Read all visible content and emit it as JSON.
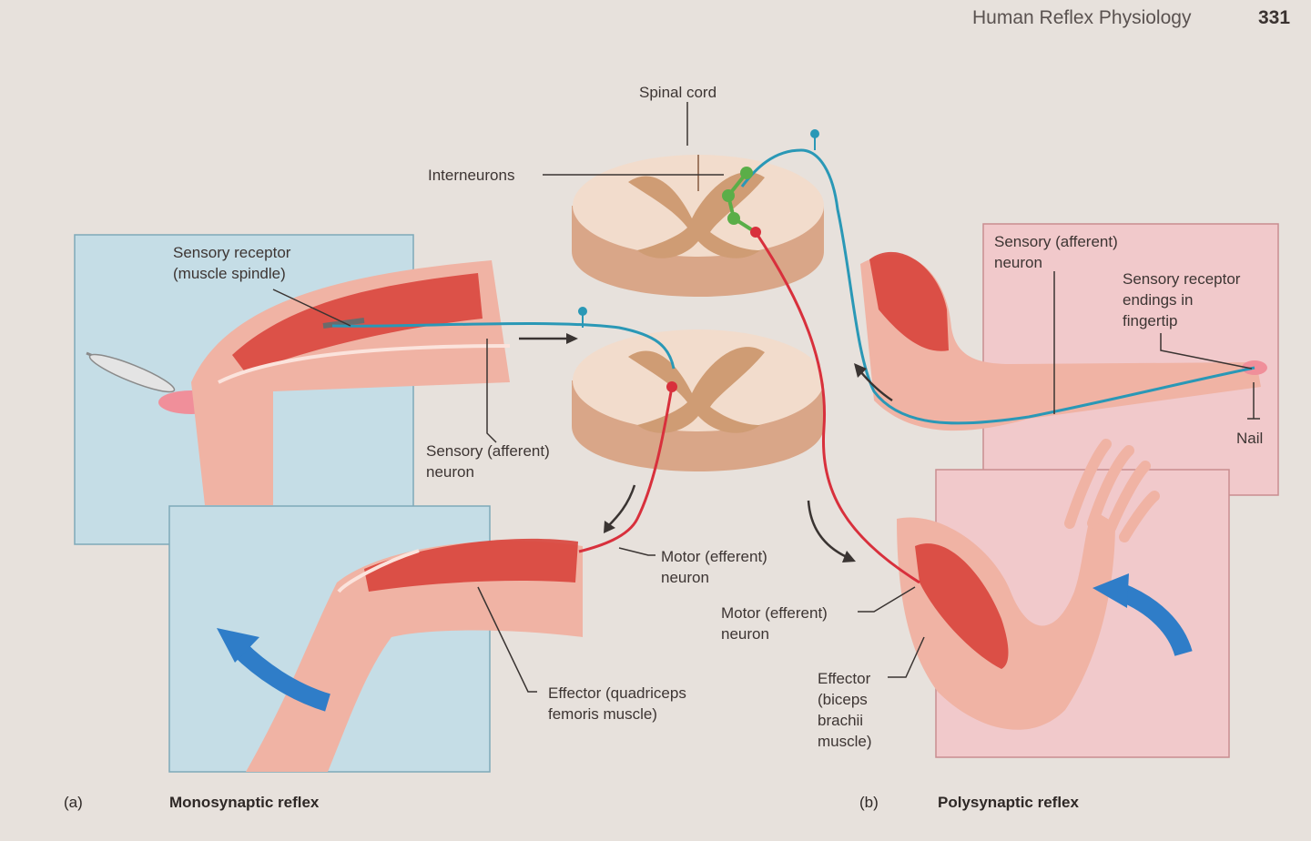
{
  "header": {
    "title": "Human Reflex Physiology",
    "page_number": "331"
  },
  "labels": {
    "spinal_cord": "Spinal cord",
    "interneurons": "Interneurons",
    "sensory_receptor_spindle": "Sensory receptor\n(muscle spindle)",
    "sensory_neuron_a": "Sensory (afferent)\nneuron",
    "motor_neuron_a": "Motor (efferent)\nneuron",
    "effector_a": "Effector (quadriceps\nfemoris muscle)",
    "sensory_neuron_b": "Sensory (afferent)\nneuron",
    "sensory_receptor_finger": "Sensory receptor\nendings in\nfingertip",
    "nail": "Nail",
    "motor_neuron_b": "Motor (efferent)\nneuron",
    "effector_b": "Effector\n(biceps\nbrachii\nmuscle)"
  },
  "captions": {
    "a_letter": "(a)",
    "a_title": "Monosynaptic reflex",
    "b_letter": "(b)",
    "b_title": "Polysynaptic reflex"
  },
  "colors": {
    "page_bg": "#e7e1dc",
    "panel_blue": "#c5dde6",
    "panel_pink": "#f1c9cb",
    "sensory_neuron": "#2a98b6",
    "motor_neuron": "#d8303c",
    "interneuron": "#5aae48",
    "muscle": "#d9463e",
    "skin": "#f0b3a4",
    "cord_gray": "#f2dccc",
    "cord_side": "#d9a688",
    "cord_butterfly": "#cf9c74",
    "movement_arrow": "#2f7dc8"
  }
}
